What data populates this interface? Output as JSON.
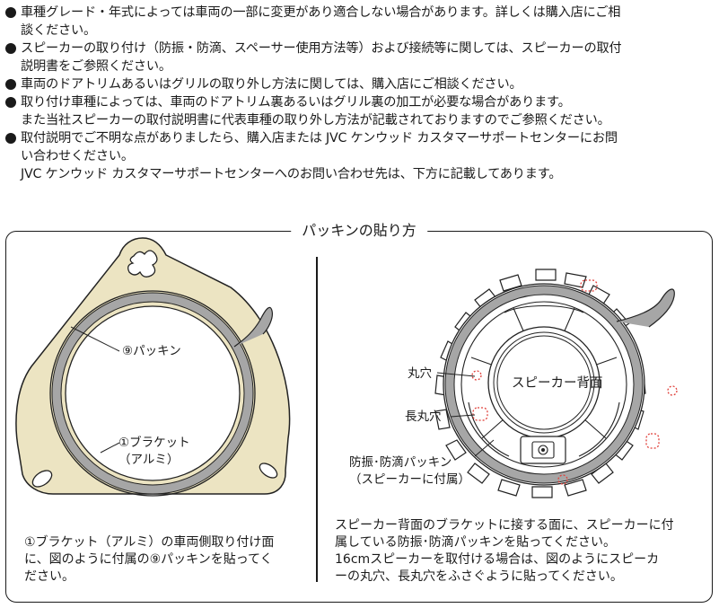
{
  "notes": [
    {
      "bullet": true,
      "lines": [
        "車種グレード・年式によっては車両の一部に変更があり適合しない場合があります。詳しくは購入店にご相",
        "談ください。"
      ]
    },
    {
      "bullet": true,
      "lines": [
        "スピーカーの取り付け（防振・防滴、スペーサー使用方法等）および接続等に関しては、スピーカーの取付",
        "説明書をご参照ください。"
      ]
    },
    {
      "bullet": true,
      "lines": [
        "車両のドアトリムあるいはグリルの取り外し方法に関しては、購入店にご相談ください。"
      ]
    },
    {
      "bullet": true,
      "lines": [
        "取り付け車種によっては、車両のドアトリム裏あるいはグリル裏の加工が必要な場合があります。",
        "また当社スピーカーの取付説明書に代表車種の取り外し方法が記載されておりますのでご参照ください。"
      ]
    },
    {
      "bullet": true,
      "lines": [
        "取付説明でご不明な点がありましたら、購入店または JVC ケンウッド カスタマーサポートセンターにお問",
        "い合わせください。"
      ]
    },
    {
      "bullet": false,
      "lines": [
        "JVC ケンウッド カスタマーサポートセンターへのお問い合わせ先は、下方に記載してあります。"
      ]
    }
  ],
  "section": {
    "title": "パッキンの貼り方",
    "left": {
      "packing_label": "⑨パッキン",
      "bracket_label_1": "①ブラケット",
      "bracket_label_2": "（アルミ）",
      "caption": [
        "①ブラケット（アルミ）の車両側取り付け面",
        "に、図のように付属の⑨パッキンを貼ってく",
        "ださい。"
      ]
    },
    "right": {
      "speaker_back": "スピーカー背面",
      "round_hole": "丸穴",
      "long_hole": "長丸穴",
      "damp_label_1": "防振･防滴パッキン",
      "damp_label_2": "（スピーカーに付属）",
      "caption": [
        "スピーカー背面のブラケットに接する面に、スピーカーに付",
        "属している防振･防滴パッキンを貼ってください。",
        "16cmスピーカーを取付ける場合は、図のようにスピーカ",
        "ーの丸穴、長丸穴をふさぐように貼ってください。"
      ]
    }
  },
  "colors": {
    "bracket_fill": "#ece4c2",
    "packing": "#a6a6a6",
    "marker": "#e0413b"
  }
}
